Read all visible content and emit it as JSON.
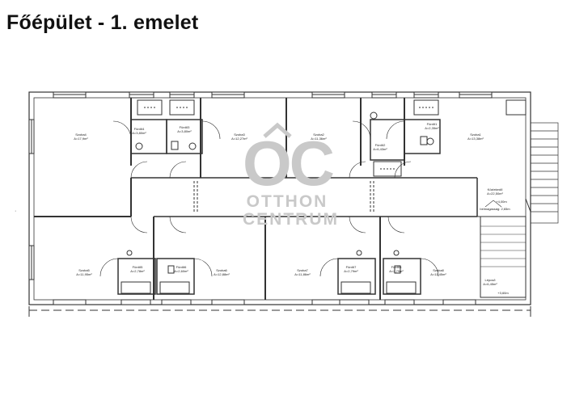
{
  "title": "Főépület - 1. emelet",
  "rooms": [
    {
      "name": "Szoba4",
      "area": "A=17,9m²"
    },
    {
      "name": "Fürdő4",
      "area": "A=3,80m²"
    },
    {
      "name": "Fürdő3",
      "area": "A=3,80m²"
    },
    {
      "name": "Szoba3",
      "area": "A=12,27m²"
    },
    {
      "name": "Szoba2",
      "area": "A=11,36m²"
    },
    {
      "name": "Fürdő2",
      "area": "A=6,43m²"
    },
    {
      "name": "Fürdő1",
      "area": "A=2,35m²"
    },
    {
      "name": "Szoba1",
      "area": "A=13,38m²"
    },
    {
      "name": "Közlekedő",
      "area": "A=22,50m²"
    },
    {
      "name": "Szoba5",
      "area": "A=11,95m²"
    },
    {
      "name": "Fürdő5",
      "area": "A=2,78m²"
    },
    {
      "name": "Fürdő6",
      "area": "A=2,60m²"
    },
    {
      "name": "Szoba6",
      "area": "A=12,88m²"
    },
    {
      "name": "Szoba7",
      "area": "A=11,86m²"
    },
    {
      "name": "Fürdő7",
      "area": "A=2,79m²"
    },
    {
      "name": "Fürdő8",
      "area": "A=2,79m²"
    },
    {
      "name": "Szoba8",
      "area": "A=11,45m²"
    },
    {
      "name": "Lépcső",
      "area": "A=6,45m²"
    }
  ],
  "annotations": {
    "belmagassag": "belmagasság: 2,65m",
    "level_1": "+4,00m",
    "level_2": "+3,60m"
  },
  "watermark": {
    "logo_text": "OC",
    "line1": "OTTHON",
    "line2": "CENTRUM"
  }
}
